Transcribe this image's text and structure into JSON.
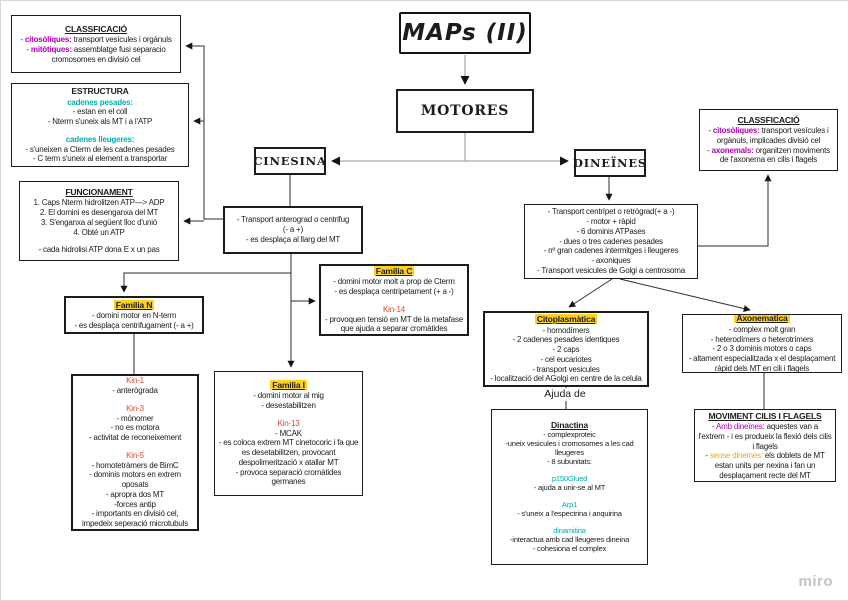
{
  "palette": {
    "magenta": "#b400b4",
    "teal": "#00b0b4",
    "red": "#e8432a",
    "orange": "#e6a817",
    "highlight": "#ffd21e",
    "edge_dark": "#2e2e2e",
    "edge_gray": "#a9a9a9",
    "watermark_gray": "#c4c4c4"
  },
  "title_box": {
    "label": "MAPs (II)"
  },
  "nodes": {
    "motores": "MOTORES",
    "cinesina": "CINESINA",
    "dineines": "DINEÏNES"
  },
  "labels": {
    "ajuda_de": "Ajuda de"
  },
  "watermark": "miro",
  "boxes": {
    "classificacio_left": {
      "title": "CLASSFICACIÓ",
      "lines": [
        {
          "parts": [
            {
              "t": "- "
            },
            {
              "t": "citosòliques:",
              "c": "magenta",
              "b": true
            },
            {
              "t": " transport vesícules i orgànuls"
            }
          ]
        },
        {
          "parts": [
            {
              "t": "- "
            },
            {
              "t": "mitòtiques:",
              "c": "magenta",
              "b": true
            },
            {
              "t": " assemblatge fusi separacio cromosomes en divisió cel"
            }
          ]
        }
      ]
    },
    "estructura": {
      "title": "ESTRUCTURA",
      "lines": [
        {
          "t": "cadenes pesades:",
          "c": "teal",
          "b": true
        },
        {
          "t": "- estan en el coll"
        },
        {
          "t": "- Nterm s'uneix als MT i a l'ATP"
        },
        {
          "gap": true
        },
        {
          "t": "cadenes lleugeres:",
          "c": "teal",
          "b": true
        },
        {
          "t": "- s'uneixen a Cterm de les cadenes pesades"
        },
        {
          "t": "- C term s'uneix al element a transportar"
        }
      ]
    },
    "funcionament": {
      "title": "FUNCIONAMENT",
      "lines": [
        {
          "t": "1. Caps Nterm hidrolitzen ATP—> ADP"
        },
        {
          "t": "2. El domini es desenganxa del MT"
        },
        {
          "t": "3. S'enganxa al següent lloc d'unió"
        },
        {
          "t": "4. Obté un ATP"
        },
        {
          "gap": true
        },
        {
          "t": "- cada hidrolisi ATP dona E x un pas"
        }
      ]
    },
    "cinesina_transport": {
      "lines": [
        {
          "t": "- Transport anterograd o centrifug"
        },
        {
          "t": "(- a +)"
        },
        {
          "t": "- es desplaça al llarg del MT"
        }
      ]
    },
    "familia_n": {
      "title": "Familia N",
      "lines": [
        {
          "t": "- domini motor en N-term"
        },
        {
          "t": "- es desplaça centrifugament (- a +)"
        }
      ]
    },
    "familia_c": {
      "title": "Familia C",
      "lines": [
        {
          "t": "- domini motor molt a prop de Cterm"
        },
        {
          "t": "- es desplaça centripetament (+ a -)"
        },
        {
          "gap": true
        },
        {
          "t": "Kin-14",
          "c": "red"
        },
        {
          "t": "- provoquen tensió en MT de la metafase que ajuda a separar cromàtides"
        }
      ]
    },
    "kin_details": {
      "lines": [
        {
          "t": "Kin-1",
          "c": "red"
        },
        {
          "t": "- anterògrada"
        },
        {
          "gap": true
        },
        {
          "t": "Kin-3",
          "c": "red"
        },
        {
          "t": "- mónomer"
        },
        {
          "t": "- no es motora"
        },
        {
          "t": "- activitat de reconeixement"
        },
        {
          "gap": true
        },
        {
          "t": "Kin-5",
          "c": "red"
        },
        {
          "t": "- homotetràmers de BimC"
        },
        {
          "t": "- dominis motors en extrem oposats"
        },
        {
          "t": "- apropra dos MT"
        },
        {
          "t": "-forces antip"
        },
        {
          "t": "- importants en divisió cel, impedeix seperació microtubuls"
        }
      ]
    },
    "familia_i": {
      "title": "Familia I",
      "lines": [
        {
          "t": "- domini motor al mig"
        },
        {
          "t": "- desestabilitzen"
        },
        {
          "gap": true
        },
        {
          "t": "Kin-13",
          "c": "red"
        },
        {
          "t": "- MCAK"
        },
        {
          "t": "- es coloca extrem MT cinetocoric i fa que es desetabilitzen, provocant despolimerització x atallar MT"
        },
        {
          "t": "- provoca separació cromàtides germanes"
        }
      ]
    },
    "dineines_properties": {
      "lines": [
        {
          "t": "- Transport centrípet o retrògrad(+ a -)"
        },
        {
          "t": "- motor + ràpid"
        },
        {
          "t": "- 6 dominis ATPases"
        },
        {
          "t": "- dues o tres cadenes pesades"
        },
        {
          "t": "- nº gran cadenes intermitges i lleugeres"
        },
        {
          "t": "- axoniques"
        },
        {
          "t": "- Transport vesicules de Golgi a centrosoma"
        }
      ]
    },
    "classificacio_right": {
      "title": "CLASSFICACIÓ",
      "lines": [
        {
          "parts": [
            {
              "t": "- "
            },
            {
              "t": "citosòliques:",
              "c": "magenta",
              "b": true
            },
            {
              "t": " transport vesícules i orgànuls, implicades divisió cel"
            }
          ]
        },
        {
          "parts": [
            {
              "t": "- "
            },
            {
              "t": "axonemals:",
              "c": "magenta",
              "b": true
            },
            {
              "t": " organitzen moviments de l'axonema en cilis i flagels"
            }
          ]
        }
      ]
    },
    "citoplasmatica": {
      "title": "Citoplasmàtica",
      "lines": [
        {
          "t": "- homodímers"
        },
        {
          "t": "- 2 cadenes pesades identiques"
        },
        {
          "t": "- 2 caps"
        },
        {
          "t": "- cel eucariotes"
        },
        {
          "t": "- transport vesicules"
        },
        {
          "t": "- localització del AGolgi en centre de la celula"
        }
      ]
    },
    "axonematica": {
      "title": "Axonematica",
      "lines": [
        {
          "t": "- complex molt gran"
        },
        {
          "t": "- heterodímers o heterotrímers"
        },
        {
          "t": "- 2 o 3 dominis motors o caps"
        },
        {
          "t": "- altament especialitzada x el desplaçament ràpid dels MT en cili i flagels"
        }
      ]
    },
    "dinactina": {
      "title": "Dinactina",
      "lines": [
        {
          "t": "- complexproteic"
        },
        {
          "t": "-uneix vesicules i cromosomes a les cad lleugeres"
        },
        {
          "t": "- 8 subunitats:"
        },
        {
          "gap": true
        },
        {
          "t": "p150Glued",
          "c": "teal"
        },
        {
          "t": "- ajuda a unir-se al MT"
        },
        {
          "gap": true
        },
        {
          "t": "Arp1",
          "c": "teal"
        },
        {
          "t": "- s'uneix a l'espectrina i anquirina"
        },
        {
          "gap": true
        },
        {
          "t": "dinamitina",
          "c": "teal"
        },
        {
          "t": "-interactua amb cad lleugeres dineina"
        },
        {
          "t": "- cohesiona el complex"
        }
      ]
    },
    "moviment": {
      "title": "MOVIMENT CILIS I FLAGELS",
      "lines": [
        {
          "parts": [
            {
              "t": "- "
            },
            {
              "t": "Amb dineïnes:",
              "c": "magenta"
            },
            {
              "t": " aquestes van a l'extrem - i es produeix la flexió dels cilis i flagels"
            }
          ]
        },
        {
          "parts": [
            {
              "t": "- "
            },
            {
              "t": "sense dineïnes:",
              "c": "orange"
            },
            {
              "t": " els doblets de MT estan units per nexina i fan un desplaçament recte del MT"
            }
          ]
        }
      ]
    }
  }
}
